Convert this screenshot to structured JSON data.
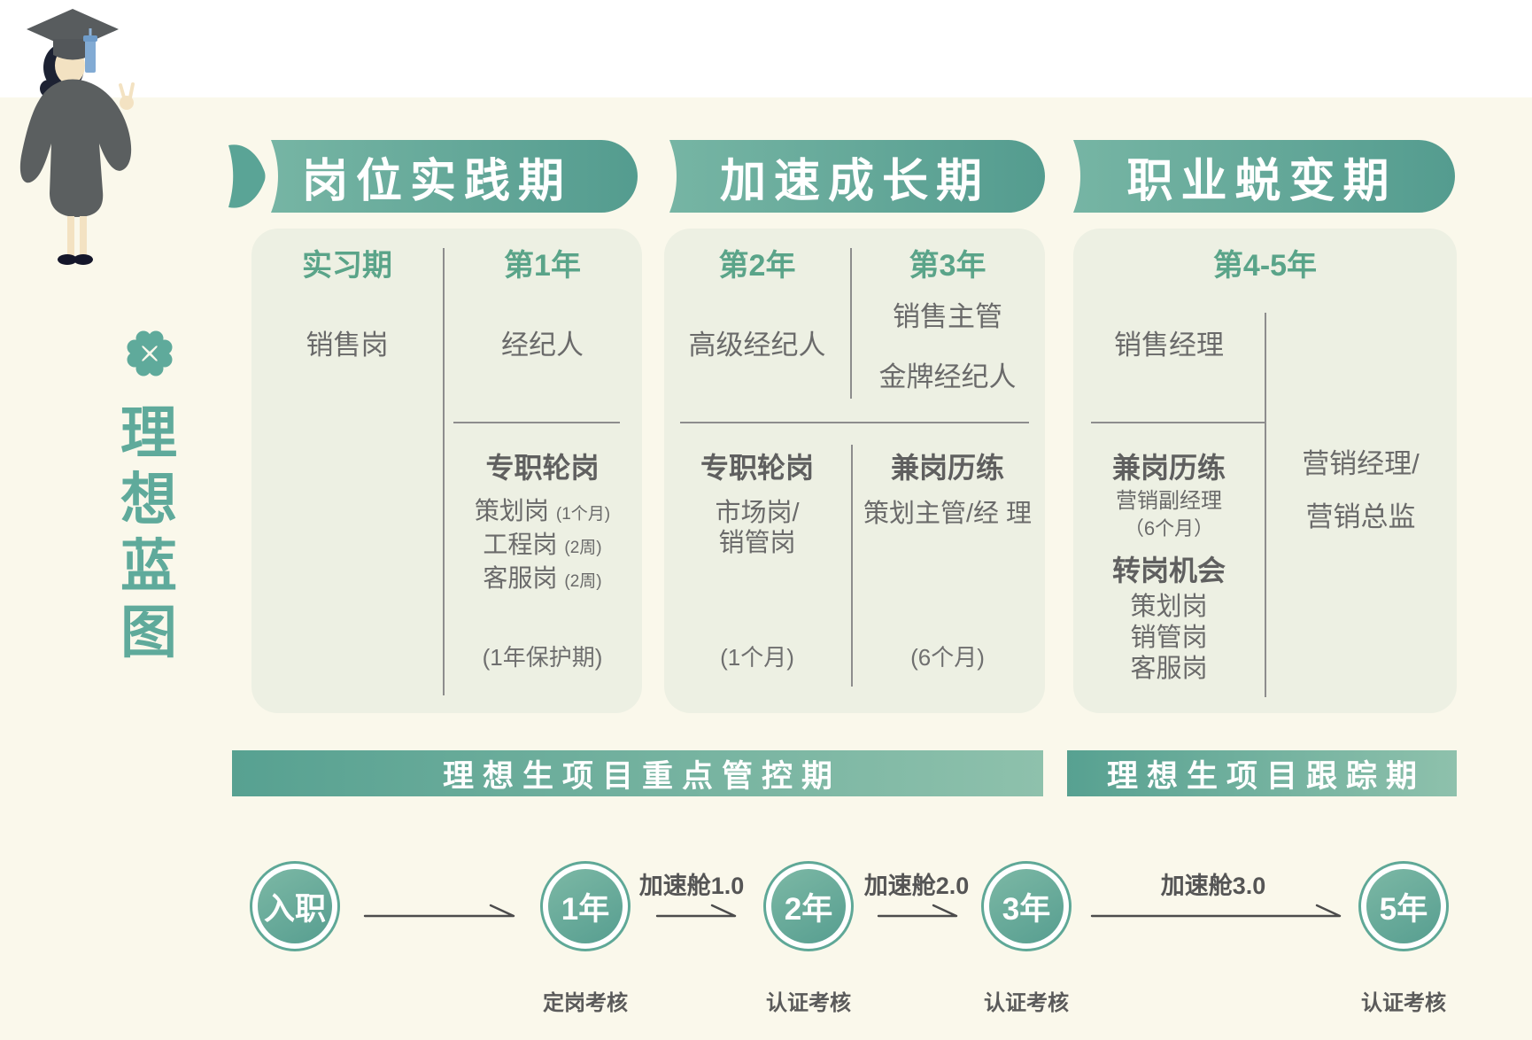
{
  "palette": {
    "page_bg": "#faf8eb",
    "card_bg": "#edf0e3",
    "accent_teal": "#5faa9b",
    "header_green": "#5aa489",
    "ribbon_gradient_from": "#76b5a4",
    "ribbon_gradient_to": "#549c8f",
    "banner_gradient_from": "#57a191",
    "banner_gradient_to": "#8ec1ac",
    "text_gray": "#6a6a6a"
  },
  "logo": {
    "icon": "four-leaf-clover-icon",
    "chars": [
      "理",
      "想",
      "蓝",
      "图"
    ]
  },
  "illustration": "graduate-student-illustration",
  "stages": [
    {
      "ribbon": "岗位实践期",
      "left": {
        "period": "实习期",
        "role": "销售岗"
      },
      "right": {
        "period": "第1年",
        "role": "经纪人",
        "block_title": "专职轮岗",
        "items": [
          {
            "name": "策划岗",
            "dur": "(1个月)"
          },
          {
            "name": "工程岗",
            "dur": "(2周)"
          },
          {
            "name": "客服岗",
            "dur": "(2周)"
          }
        ],
        "note": "(1年保护期)"
      }
    },
    {
      "ribbon": "加速成长期",
      "left": {
        "period": "第2年",
        "role": "高级经纪人",
        "block_title": "专职轮岗",
        "lines": [
          "市场岗/",
          "销管岗"
        ],
        "note": "(1个月)"
      },
      "right": {
        "period": "第3年",
        "roles": [
          "销售主管",
          "金牌经纪人"
        ],
        "block_title": "兼岗历练",
        "line": "策划主管/经 理",
        "note": "(6个月)"
      }
    },
    {
      "ribbon": "职业蜕变期",
      "period": "第4-5年",
      "left": {
        "role": "销售经理",
        "block1_title": "兼岗历练",
        "block1_lines": [
          "营销副经理",
          "（6个月）"
        ],
        "block2_title": "转岗机会",
        "block2_items": [
          "策划岗",
          "销管岗",
          "客服岗"
        ]
      },
      "right": {
        "roles": [
          "营销经理/",
          "营销总监"
        ]
      }
    }
  ],
  "banners": [
    {
      "label": "理想生项目重点管控期"
    },
    {
      "label": "理想生项目跟踪期"
    }
  ],
  "timeline": {
    "nodes": [
      {
        "label": "入职",
        "below": ""
      },
      {
        "label": "1年",
        "below": "定岗考核"
      },
      {
        "label": "2年",
        "below": "认证考核"
      },
      {
        "label": "3年",
        "below": "认证考核"
      },
      {
        "label": "5年",
        "below": "认证考核"
      }
    ],
    "arrow_labels": [
      "加速舱1.0",
      "加速舱2.0",
      "加速舱3.0"
    ]
  }
}
